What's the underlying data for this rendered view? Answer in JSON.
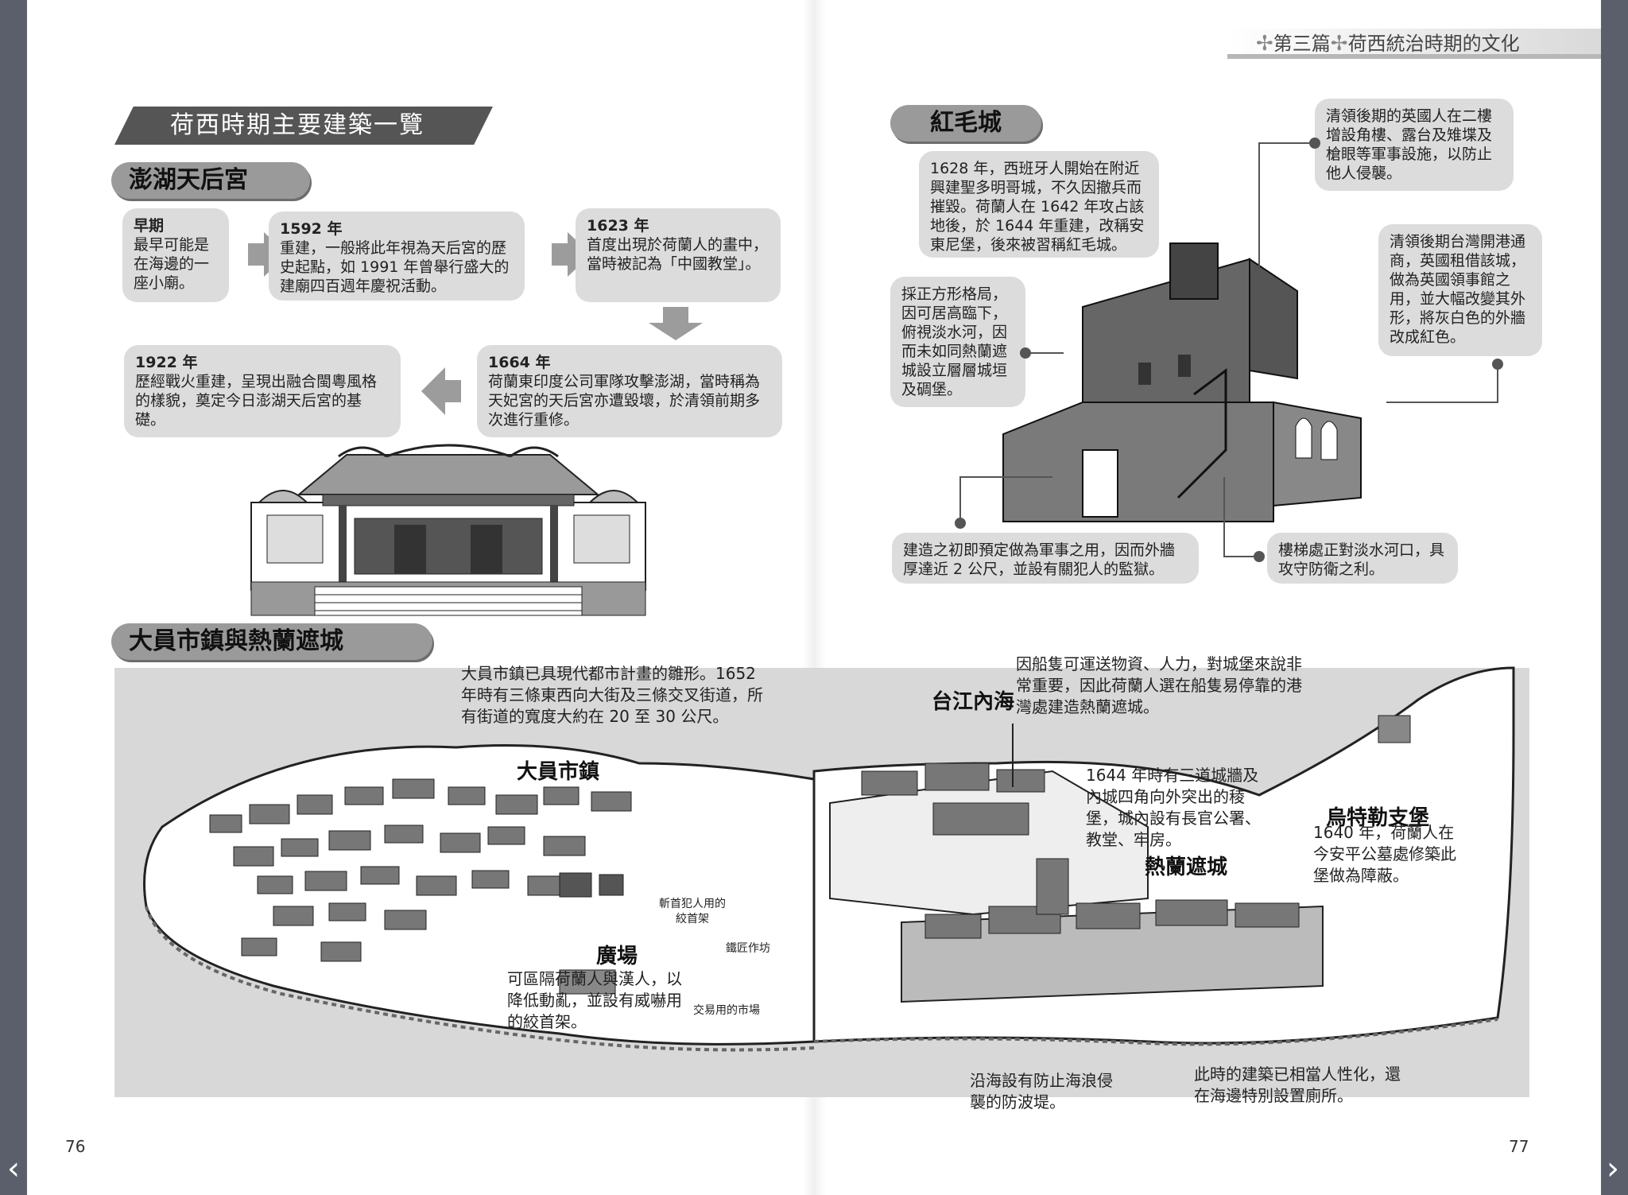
{
  "header": {
    "chapter": "第三篇",
    "section": "荷西統治時期的文化"
  },
  "left_page": {
    "banner": "荷西時期主要建築一覽",
    "penghu": {
      "title": "澎湖天后宮",
      "timeline": [
        {
          "year": "早期",
          "text": "最早可能是在海邊的一座小廟。"
        },
        {
          "year": "1592 年",
          "text": "重建，一般將此年視為天后宮的歷史起點，如 1991 年曾舉行盛大的建廟四百週年慶祝活動。"
        },
        {
          "year": "1623 年",
          "text": "首度出現於荷蘭人的畫中，當時被記為「中國教堂」。"
        },
        {
          "year": "1664 年",
          "text": "荷蘭東印度公司軍隊攻擊澎湖，當時稱為天妃宮的天后宮亦遭毀壞，於清領前期多次進行重修。"
        },
        {
          "year": "1922 年",
          "text": "歷經戰火重建，呈現出融合閩粵風格的樣貌，奠定今日澎湖天后宮的基礎。"
        }
      ]
    },
    "tayouan_title": "大員市鎮與熱蘭遮城",
    "town_note": "大員市鎮已具現代都市計畫的雛形。1652 年時有三條東西向大街及三條交叉街道，所有街道的寬度大約在 20 至 30 公尺。",
    "town_label": "大員市鎮",
    "plaza_label": "廣場",
    "plaza_note": "可區隔荷蘭人與漢人，以降低動亂，並設有威嚇用的絞首架。",
    "small_labels": {
      "gallows": "斬首犯人用的絞首架",
      "smithy": "鐵匠作坊",
      "market": "交易用的市場"
    },
    "page_number": "76"
  },
  "right_page": {
    "hongmao": {
      "title": "紅毛城",
      "history": "1628 年，西班牙人開始在附近興建聖多明哥城，不久因撤兵而摧毀。荷蘭人在 1642 年攻占該地後，於 1644 年重建，改稱安東尼堡，後來被習稱紅毛城。",
      "square_layout": "採正方形格局，因可居高臨下，俯視淡水河，因而未如同熱蘭遮城設立層層城垣及碉堡。",
      "british_tower": "清領後期的英國人在二樓增設角樓、露台及雉堞及槍眼等軍事設施，以防止他人侵襲。",
      "consulate": "清領後期台灣開港通商，英國租借該城，做為英國領事館之用，並大幅改變其外形，將灰白色的外牆改成紅色。",
      "thick_walls": "建造之初即預定做為軍事之用，因而外牆厚達近 2 公尺，並設有關犯人的監獄。",
      "stairs": "樓梯處正對淡水河口，具攻守防衛之利。"
    },
    "sea_label": "台江內海",
    "ship_note": "因船隻可運送物資、人力，對城堡來說非常重要，因此荷蘭人選在船隻易停靠的港灣處建造熱蘭遮城。",
    "zeelandia_note": "1644 年時有三道城牆及內城四角向外突出的稜堡，城內設有長官公署、教堂、牢房。",
    "zeelandia_label": "熱蘭遮城",
    "utrecht_title": "烏特勒支堡",
    "utrecht_note": "1640 年，荷蘭人在今安平公墓處修築此堡做為障蔽。",
    "breakwater_note": "沿海設有防止海浪侵襲的防波堤。",
    "toilet_note": "此時的建築已相當人性化，還在海邊特別設置廁所。",
    "page_number": "77"
  },
  "colors": {
    "banner": "#555555",
    "pill": "#9a9a9a",
    "box": "#dcdcdc",
    "arrow": "#9c9c9c",
    "background": "#5a5f6b"
  },
  "icons": {
    "prev": "chevron-left-icon",
    "next": "chevron-right-icon"
  }
}
